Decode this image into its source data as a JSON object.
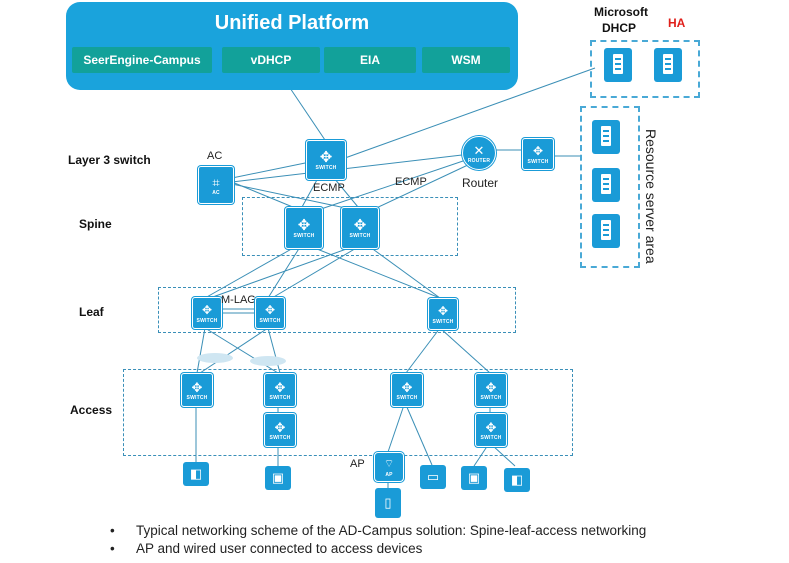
{
  "platform": {
    "title": "Unified Platform",
    "modules": [
      "SeerEngine-Campus",
      "vDHCP",
      "EIA",
      "WSM"
    ]
  },
  "dhcp": {
    "label_line1": "Microsoft",
    "label_line2": "DHCP",
    "ha": "HA"
  },
  "resource_area": "Resource server area",
  "layers": {
    "l3": "Layer 3 switch",
    "spine": "Spine",
    "leaf": "Leaf",
    "access": "Access"
  },
  "labels": {
    "ac": "AC",
    "ecmp1": "ECMP",
    "ecmp2": "ECMP",
    "router": "Router",
    "mlag": "M-LAG",
    "ap": "AP"
  },
  "device_tags": {
    "switch": "SWITCH",
    "router": "ROUTER",
    "ac": "AC",
    "ap": "AP"
  },
  "bullets": [
    "Typical networking scheme of the AD-Campus solution: Spine-leaf-access networking",
    "AP and wired user connected to access devices"
  ],
  "colors": {
    "platform": "#1aa3dc",
    "module": "#12a19a",
    "device": "#1a9bd7",
    "link": "#3b8fb6",
    "ha": "#e0201b"
  }
}
